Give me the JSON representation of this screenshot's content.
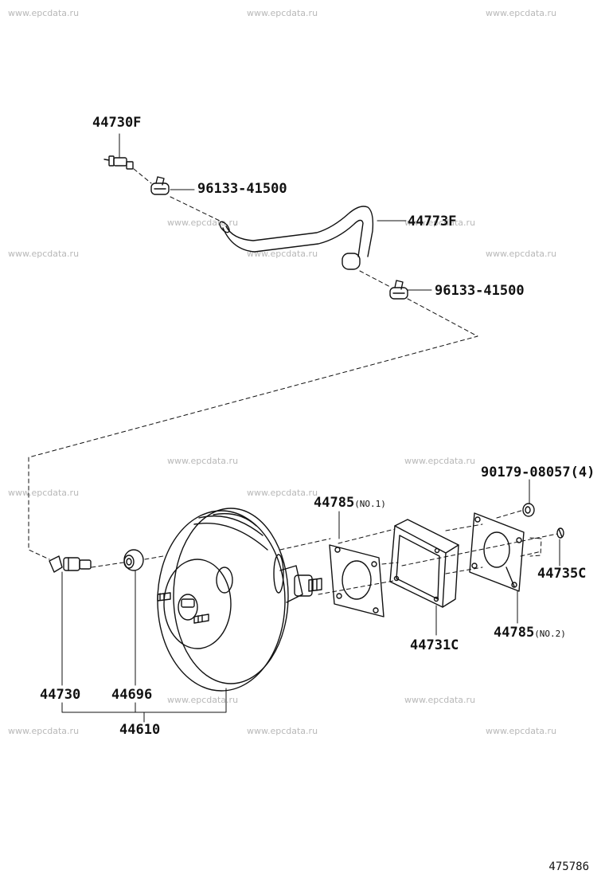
{
  "watermark": "www.epcdata.ru",
  "labels": {
    "p44730F": "44730F",
    "p96133_top": "96133-41500",
    "p44773F": "44773F",
    "p96133_mid": "96133-41500",
    "p90179": "90179-08057",
    "p90179_qty": "(4)",
    "p44785_1": "44785",
    "p44785_1_note": "(NO.1)",
    "p44735C": "44735C",
    "p44731C": "44731C",
    "p44785_2": "44785",
    "p44785_2_note": "(NO.2)",
    "p44730": "44730",
    "p44696": "44696",
    "p44610": "44610"
  },
  "diagram_code": "475786"
}
